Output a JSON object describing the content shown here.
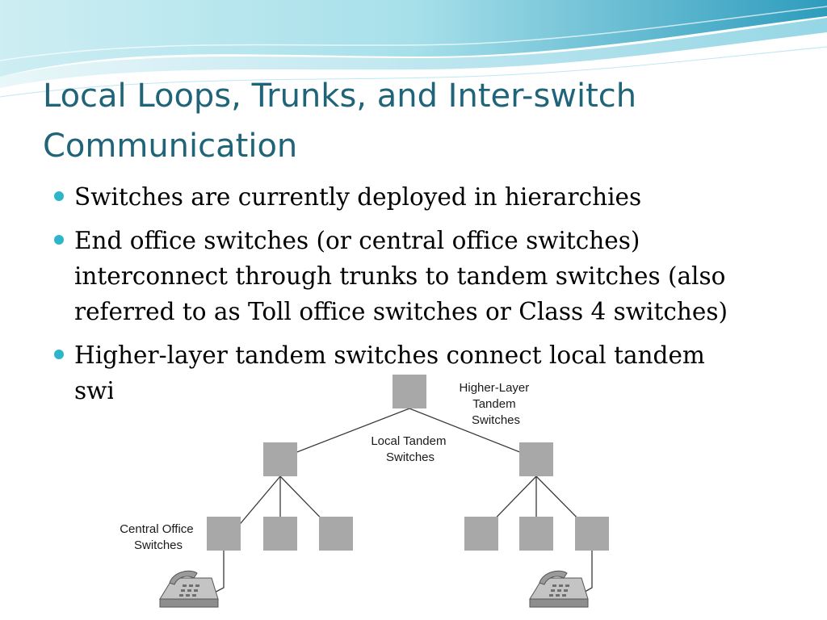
{
  "title": {
    "lines": [
      "Local Loops, Trunks, and Inter-switch",
      "Communication"
    ]
  },
  "bullets": [
    {
      "lines": [
        "Switches are currently deployed in hierarchies"
      ]
    },
    {
      "lines": [
        "End office switches (or central office switches)",
        "interconnect through trunks to tandem switches (also",
        "referred to as Toll office switches or Class 4 switches)"
      ]
    },
    {
      "lines": [
        "Higher-layer tandem switches connect local tandem",
        "switches"
      ]
    }
  ],
  "diagram": {
    "labels": {
      "higher_layer": [
        "Higher-Layer",
        "Tandem",
        "Switches"
      ],
      "local_tandem": [
        "Local Tandem",
        "Switches"
      ],
      "central_office": [
        "Central Office",
        "Switches"
      ]
    },
    "colors": {
      "switch": "#a8a8a8",
      "line": "#3a3a3a",
      "phone": "#b0b0b0"
    }
  },
  "theme": {
    "title_color": "#1f6478",
    "bullet_color": "#2fb5c9",
    "wave_colors": [
      "#1b8fae",
      "#7fd0df",
      "#cdeef3"
    ]
  }
}
